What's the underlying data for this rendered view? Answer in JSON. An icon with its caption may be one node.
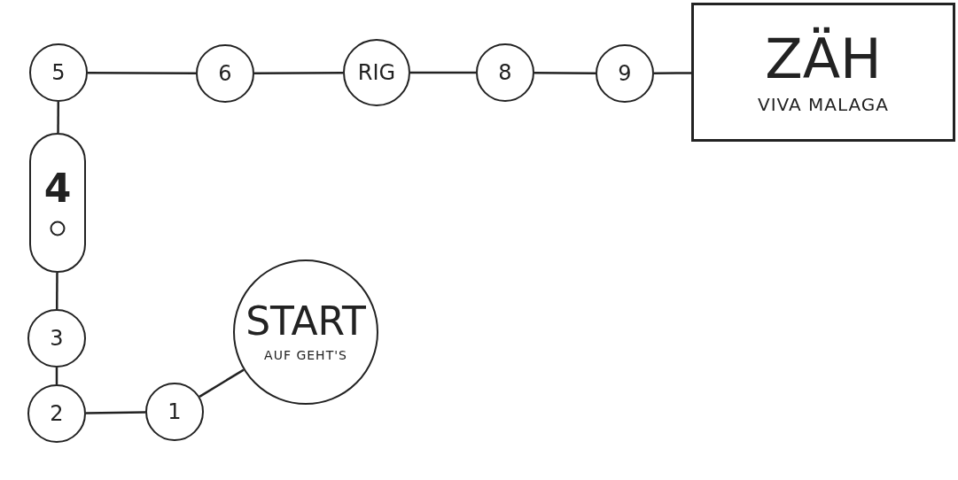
{
  "diagram": {
    "nodes": [
      {
        "text": [
          "START",
          "AUF GEHT'S"
        ]
      },
      {
        "text": [
          "1"
        ]
      },
      {
        "text": [
          "2"
        ]
      },
      {
        "text": [
          "3"
        ]
      },
      {
        "text": [
          "4"
        ]
      },
      {
        "text": [
          "5"
        ]
      },
      {
        "text": [
          "6"
        ]
      },
      {
        "text": [
          "RIG"
        ]
      },
      {
        "text": [
          "8"
        ]
      },
      {
        "text": [
          "9"
        ]
      },
      {
        "text": [
          "ZÄH",
          "VIVA MALAGA"
        ]
      }
    ],
    "edges": [
      {
        "from": 0,
        "to": 1,
        "arrow": "none"
      },
      {
        "from": 1,
        "to": 2,
        "arrow": "none"
      },
      {
        "from": 2,
        "to": 3,
        "arrow": "none"
      },
      {
        "from": 3,
        "to": 4,
        "arrow": "none"
      },
      {
        "from": 4,
        "to": 5,
        "arrow": "none"
      },
      {
        "from": 5,
        "to": 6,
        "arrow": "none"
      },
      {
        "from": 6,
        "to": 7,
        "arrow": "none"
      },
      {
        "from": 7,
        "to": 8,
        "arrow": "none"
      },
      {
        "from": 8,
        "to": 9,
        "arrow": "none"
      },
      {
        "from": 9,
        "to": 10,
        "arrow": "none"
      }
    ]
  }
}
